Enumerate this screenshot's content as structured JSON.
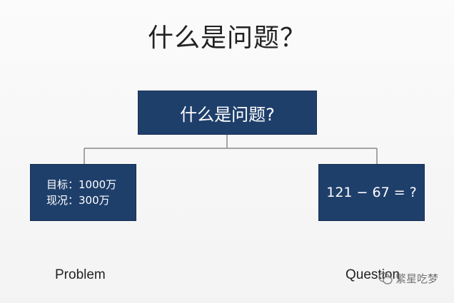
{
  "title": "什么是问题？",
  "root": {
    "label": "什么是问题?"
  },
  "problem": {
    "line1": "目标：1000万",
    "line2": "现况：300万",
    "caption": "Problem"
  },
  "question": {
    "expression": "121 − 67 = ?",
    "caption": "Question"
  },
  "watermark": {
    "text": "繁星吃梦"
  },
  "colors": {
    "box_fill": "#1f3f6b",
    "connector": "#888888"
  }
}
